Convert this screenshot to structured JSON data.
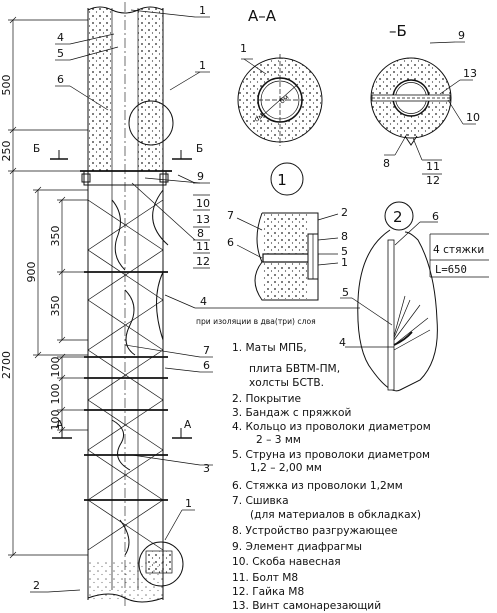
{
  "section_aa": "А–А",
  "section_b": "–Б",
  "view_b_mark": "Б",
  "view_a_mark": "А",
  "circle1_label": "1",
  "circle2_label": "2",
  "dims": {
    "d500": "500",
    "d250": "250",
    "d2700": "2700",
    "d900": "900",
    "d350a": "350",
    "d350b": "350",
    "d100a": "100",
    "d100b": "100",
    "d100c": "100"
  },
  "small_marks": {
    "dm": "dм",
    "bm": "бм"
  },
  "note_insulation": "при изоляции в два(три) слоя",
  "stjazhki": "4 стяжки",
  "length_label": "L=650",
  "callouts": {
    "c1": "1",
    "c2": "2",
    "c3": "3",
    "c4": "4",
    "c5": "5",
    "c6": "6",
    "c7": "7",
    "c8": "8",
    "c9": "9",
    "c10": "10",
    "c11": "11",
    "c12": "12",
    "c13": "13"
  },
  "legend": [
    "1. Маты МПБ,",
    "плита БВТМ-ПМ,",
    "холсты БСТВ.",
    "2. Покрытие",
    "3. Бандаж с пряжкой",
    "4. Кольцо из проволоки диаметром",
    "2 – 3 мм",
    "5. Струна из проволоки диаметром",
    "1,2 – 2,00 мм",
    "6. Стяжка из проволоки 1,2мм",
    "7. Сшивка",
    "(для материалов в обкладках)",
    "8. Устройство разгружающее",
    "9. Элемент диафрагмы",
    "10. Скоба навесная",
    "11. Болт М8",
    "12. Гайка М8",
    "13. Винт самонарезающий"
  ]
}
